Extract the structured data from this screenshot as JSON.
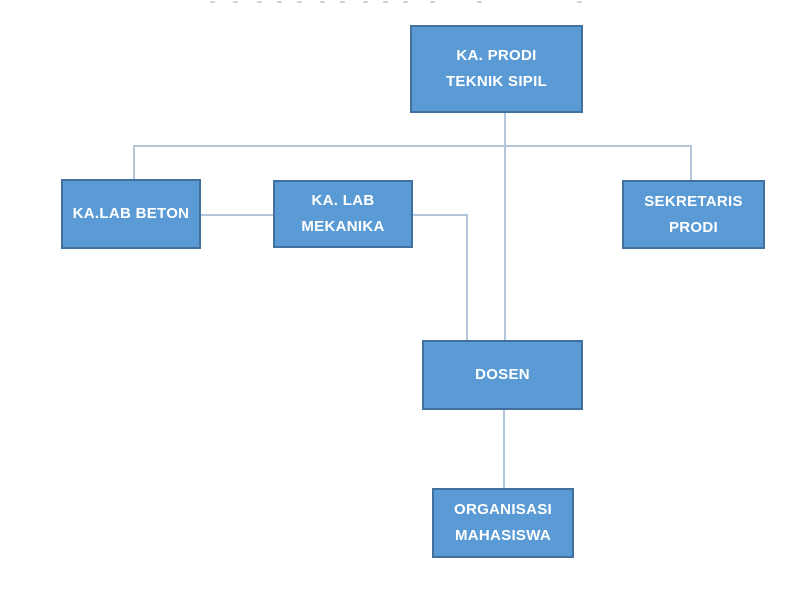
{
  "page": {
    "background": "#ffffff",
    "top_edge_artifact": "faint clipped fragments of a heading cut off at the top edge (text not legible)"
  },
  "diagram": {
    "type": "org-chart",
    "title": "",
    "nodes": [
      {
        "id": "ka-prodi",
        "label_lines": [
          "KA. PRODI",
          "TEKNIK SIPIL"
        ]
      },
      {
        "id": "ka-lab-beton",
        "label_lines": [
          "KA.LAB BETON"
        ]
      },
      {
        "id": "ka-lab-mekanika",
        "label_lines": [
          "KA. LAB",
          "MEKANIKA"
        ]
      },
      {
        "id": "sekretaris-prodi",
        "label_lines": [
          "SEKRETARIS",
          "PRODI"
        ]
      },
      {
        "id": "dosen",
        "label_lines": [
          "DOSEN"
        ]
      },
      {
        "id": "organisasi-mahasiswa",
        "label_lines": [
          "ORGANISASI",
          "MAHASISWA"
        ]
      }
    ],
    "edges": [
      {
        "from": "KA. PRODI TEKNIK SIPIL",
        "to": "KA.LAB BETON"
      },
      {
        "from": "KA. PRODI TEKNIK SIPIL",
        "to": "SEKRETARIS PRODI"
      },
      {
        "from": "KA. PRODI TEKNIK SIPIL",
        "to": "DOSEN"
      },
      {
        "from": "KA.LAB BETON",
        "to": "KA. LAB MEKANIKA"
      },
      {
        "from": "KA. LAB MEKANIKA",
        "to": "DOSEN"
      },
      {
        "from": "DOSEN",
        "to": "ORGANISASI MAHASISWA"
      }
    ],
    "colors": {
      "node_fill": "#5b9bd5",
      "node_border": "#41719c",
      "node_text": "#ffffff",
      "connector": "#b3c6d9",
      "background": "#ffffff"
    }
  }
}
